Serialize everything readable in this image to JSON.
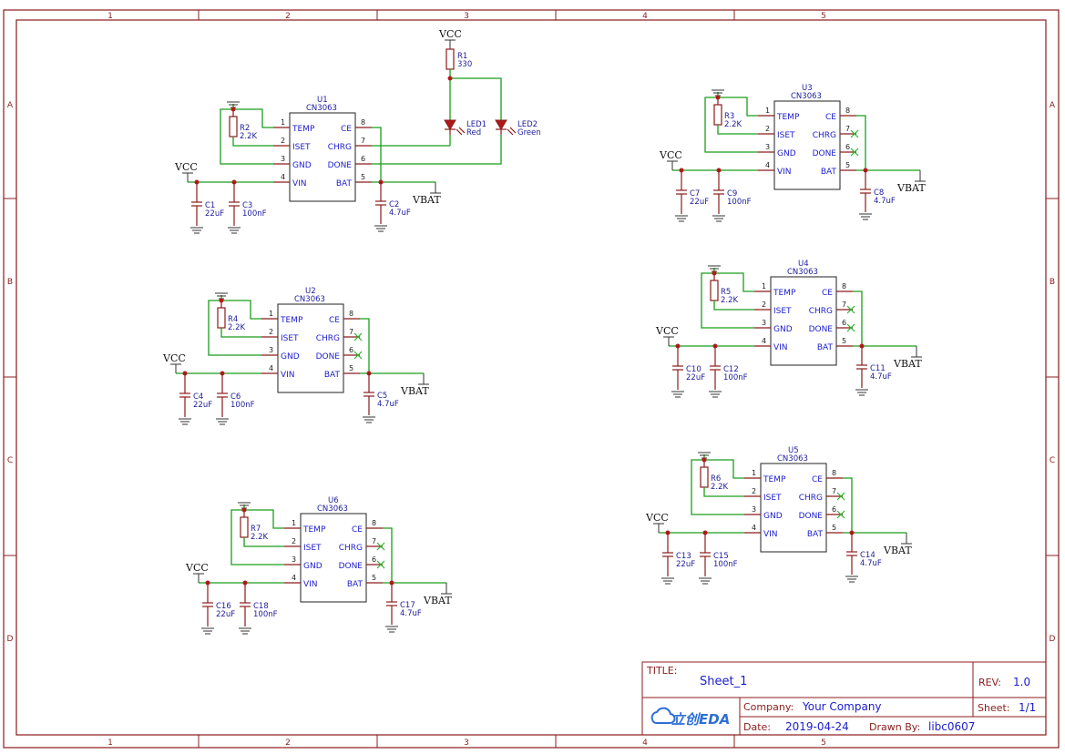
{
  "frame": {
    "columns": [
      "1",
      "2",
      "3",
      "4",
      "5"
    ],
    "rows": [
      "A",
      "B",
      "C",
      "D"
    ]
  },
  "nets": {
    "vcc": "VCC",
    "vbat": "VBAT"
  },
  "pins": [
    {
      "num": "1",
      "name": "TEMP"
    },
    {
      "num": "2",
      "name": "ISET"
    },
    {
      "num": "3",
      "name": "GND"
    },
    {
      "num": "4",
      "name": "VIN"
    },
    {
      "num": "8",
      "name": "CE"
    },
    {
      "num": "7",
      "name": "CHRG"
    },
    {
      "num": "6",
      "name": "DONE"
    },
    {
      "num": "5",
      "name": "BAT"
    }
  ],
  "chips": [
    {
      "ref": "U1",
      "part": "CN3063",
      "r": "R2",
      "rv": "2.2K",
      "c_in1": "C1",
      "c_in1v": "22uF",
      "c_in2": "C3",
      "c_in2v": "100nF",
      "c_out": "C2",
      "c_outv": "4.7uF",
      "leds": true
    },
    {
      "ref": "U3",
      "part": "CN3063",
      "r": "R3",
      "rv": "2.2K",
      "c_in1": "C7",
      "c_in1v": "22uF",
      "c_in2": "C9",
      "c_in2v": "100nF",
      "c_out": "C8",
      "c_outv": "4.7uF",
      "leds": false
    },
    {
      "ref": "U2",
      "part": "CN3063",
      "r": "R4",
      "rv": "2.2K",
      "c_in1": "C4",
      "c_in1v": "22uF",
      "c_in2": "C6",
      "c_in2v": "100nF",
      "c_out": "C5",
      "c_outv": "4.7uF",
      "leds": false
    },
    {
      "ref": "U4",
      "part": "CN3063",
      "r": "R5",
      "rv": "2.2K",
      "c_in1": "C10",
      "c_in1v": "22uF",
      "c_in2": "C12",
      "c_in2v": "100nF",
      "c_out": "C11",
      "c_outv": "4.7uF",
      "leds": false
    },
    {
      "ref": "U5",
      "part": "CN3063",
      "r": "R6",
      "rv": "2.2K",
      "c_in1": "C13",
      "c_in1v": "22uF",
      "c_in2": "C15",
      "c_in2v": "100nF",
      "c_out": "C14",
      "c_outv": "4.7uF",
      "leds": false
    },
    {
      "ref": "U6",
      "part": "CN3063",
      "r": "R7",
      "rv": "2.2K",
      "c_in1": "C16",
      "c_in1v": "22uF",
      "c_in2": "C18",
      "c_in2v": "100nF",
      "c_out": "C17",
      "c_outv": "4.7uF",
      "leds": false
    }
  ],
  "led_circuit": {
    "r_ref": "R1",
    "r_val": "330",
    "led1_ref": "LED1",
    "led1_color": "Red",
    "led2_ref": "LED2",
    "led2_color": "Green"
  },
  "title_block": {
    "title_label": "TITLE:",
    "title": "Sheet_1",
    "rev_label": "REV:",
    "rev": "1.0",
    "company_label": "Company:",
    "company": "Your Company",
    "sheet_label": "Sheet:",
    "sheet": "1/1",
    "date_label": "Date:",
    "date": "2019-04-24",
    "drawn_label": "Drawn By:",
    "drawn_by": "libc0607",
    "logo_text": "立创EDA"
  }
}
